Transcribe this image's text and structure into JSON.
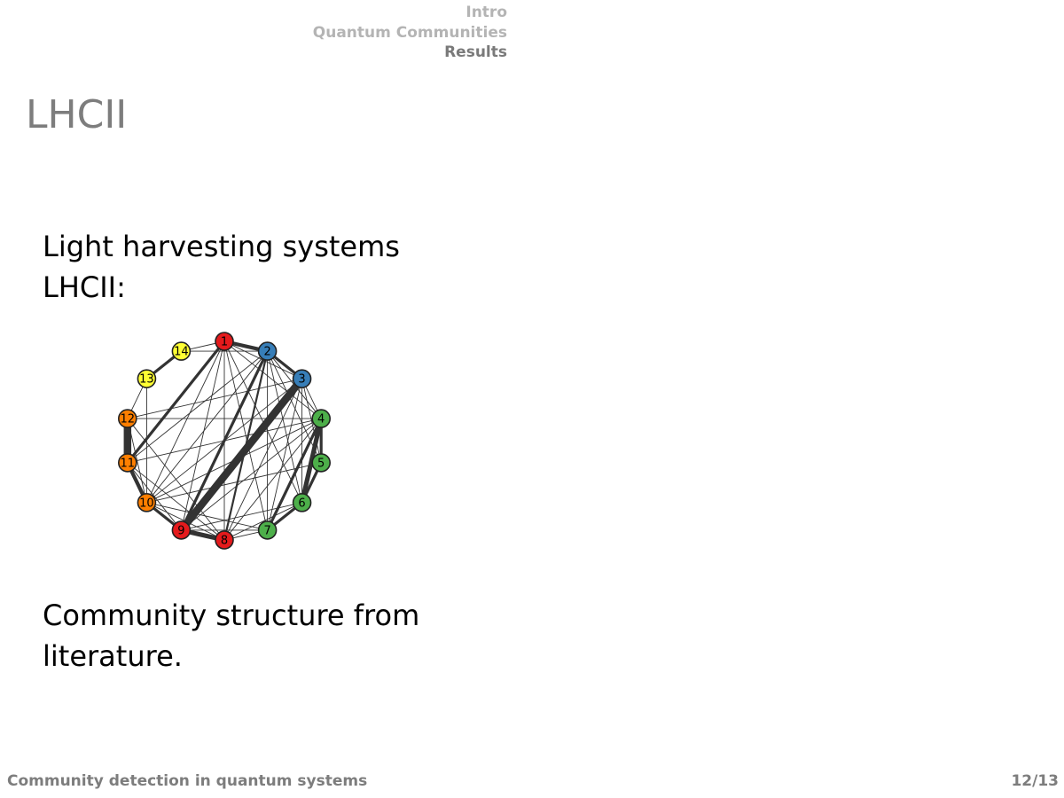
{
  "nav": {
    "items": [
      "Intro",
      "Quantum Communities",
      "Results"
    ],
    "active_index": 2
  },
  "slide": {
    "title": "LHCII",
    "intro_line1": "Light harvesting systems",
    "intro_line2": "LHCII:",
    "caption": "Community structure from literature."
  },
  "footer": {
    "presentation_title": "Community detection in quantum systems",
    "page": "12/13"
  },
  "graph": {
    "nodes": [
      {
        "id": 1,
        "label": "1",
        "community": "red"
      },
      {
        "id": 2,
        "label": "2",
        "community": "blue"
      },
      {
        "id": 3,
        "label": "3",
        "community": "blue"
      },
      {
        "id": 4,
        "label": "4",
        "community": "green"
      },
      {
        "id": 5,
        "label": "5",
        "community": "green"
      },
      {
        "id": 6,
        "label": "6",
        "community": "green"
      },
      {
        "id": 7,
        "label": "7",
        "community": "green"
      },
      {
        "id": 8,
        "label": "8",
        "community": "red"
      },
      {
        "id": 9,
        "label": "9",
        "community": "red"
      },
      {
        "id": 10,
        "label": "10",
        "community": "orange"
      },
      {
        "id": 11,
        "label": "11",
        "community": "orange"
      },
      {
        "id": 12,
        "label": "12",
        "community": "orange"
      },
      {
        "id": 13,
        "label": "13",
        "community": "yellow"
      },
      {
        "id": 14,
        "label": "14",
        "community": "yellow"
      }
    ],
    "community_colors": {
      "red": "#e41a1c",
      "blue": "#377eb8",
      "green": "#4daf4a",
      "orange": "#ff7f00",
      "yellow": "#ffff33"
    },
    "edges": [
      [
        1,
        2,
        4
      ],
      [
        2,
        3,
        3
      ],
      [
        13,
        14,
        3
      ],
      [
        11,
        12,
        8
      ],
      [
        10,
        11,
        4
      ],
      [
        9,
        10,
        3
      ],
      [
        8,
        9,
        5
      ],
      [
        3,
        9,
        8
      ],
      [
        4,
        6,
        5
      ],
      [
        4,
        5,
        3
      ],
      [
        5,
        6,
        3
      ],
      [
        6,
        7,
        3
      ],
      [
        4,
        7,
        3
      ],
      [
        1,
        11,
        3
      ],
      [
        2,
        9,
        3
      ],
      [
        2,
        8,
        2
      ],
      [
        1,
        8,
        1
      ],
      [
        1,
        9,
        1
      ],
      [
        1,
        10,
        1
      ],
      [
        1,
        3,
        1
      ],
      [
        1,
        4,
        1
      ],
      [
        1,
        7,
        1
      ],
      [
        1,
        6,
        1
      ],
      [
        1,
        14,
        1
      ],
      [
        2,
        4,
        1
      ],
      [
        2,
        5,
        1
      ],
      [
        2,
        6,
        1
      ],
      [
        2,
        7,
        1
      ],
      [
        2,
        10,
        1
      ],
      [
        2,
        14,
        1
      ],
      [
        3,
        10,
        1
      ],
      [
        3,
        8,
        1
      ],
      [
        3,
        7,
        1
      ],
      [
        3,
        6,
        1
      ],
      [
        3,
        5,
        1
      ],
      [
        3,
        4,
        1
      ],
      [
        4,
        12,
        1
      ],
      [
        4,
        11,
        1
      ],
      [
        4,
        10,
        1
      ],
      [
        4,
        9,
        1
      ],
      [
        4,
        8,
        1
      ],
      [
        5,
        10,
        1
      ],
      [
        6,
        8,
        1
      ],
      [
        6,
        9,
        1
      ],
      [
        7,
        8,
        1
      ],
      [
        7,
        9,
        1
      ],
      [
        8,
        10,
        1
      ],
      [
        8,
        11,
        1
      ],
      [
        8,
        12,
        1
      ],
      [
        9,
        11,
        1
      ],
      [
        10,
        12,
        1
      ],
      [
        12,
        13,
        1
      ],
      [
        13,
        10,
        1
      ],
      [
        12,
        3,
        1
      ],
      [
        11,
        2,
        1
      ],
      [
        7,
        10,
        1
      ]
    ]
  }
}
